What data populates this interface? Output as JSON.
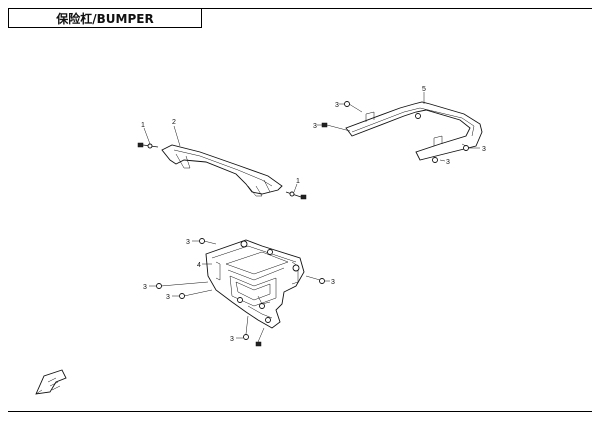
{
  "header": {
    "title": "保险杠/BUMPER"
  },
  "callouts": {
    "c1a": "1",
    "c2": "2",
    "c1b": "1",
    "c5": "5",
    "c3a": "3",
    "c3b": "3",
    "c3c": "3",
    "c3d": "3",
    "c4": "4",
    "c3e": "3",
    "c3f": "3",
    "c3g": "3",
    "c3h": "3",
    "c3i": "3"
  }
}
